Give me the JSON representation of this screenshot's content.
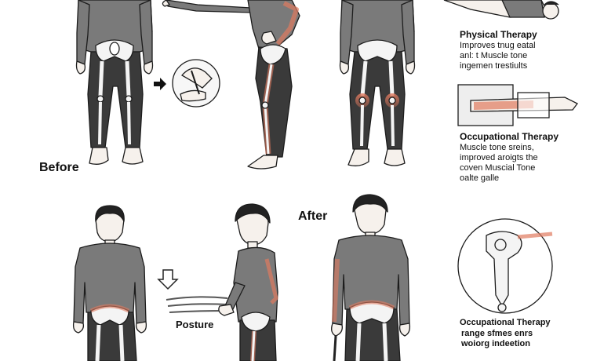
{
  "labels": {
    "before": "Before",
    "after": "After",
    "posture": "Posture"
  },
  "physical_therapy": {
    "title": "Physical Therapy",
    "lines": [
      "Improves tnug eatal",
      "anl: t Muscle tone",
      "ingemen trestiults"
    ]
  },
  "occupational_therapy_1": {
    "title": "Occupational Therapy",
    "lines": [
      "Muscle tone sreins,",
      "improved aroigts the",
      "coven Muscial Tone",
      "oalte galle"
    ]
  },
  "occupational_therapy_2": {
    "title": "Occupational Therapy",
    "lines": [
      "range sfmes enrs",
      "woiorg indeetion"
    ]
  },
  "colors": {
    "shirt": "#7a7a7a",
    "pants": "#3a3a3a",
    "bone": "#f4f4f4",
    "highlight": "#e07a5f",
    "skin": "#f6f1ec",
    "outline": "#1c1c1c"
  }
}
